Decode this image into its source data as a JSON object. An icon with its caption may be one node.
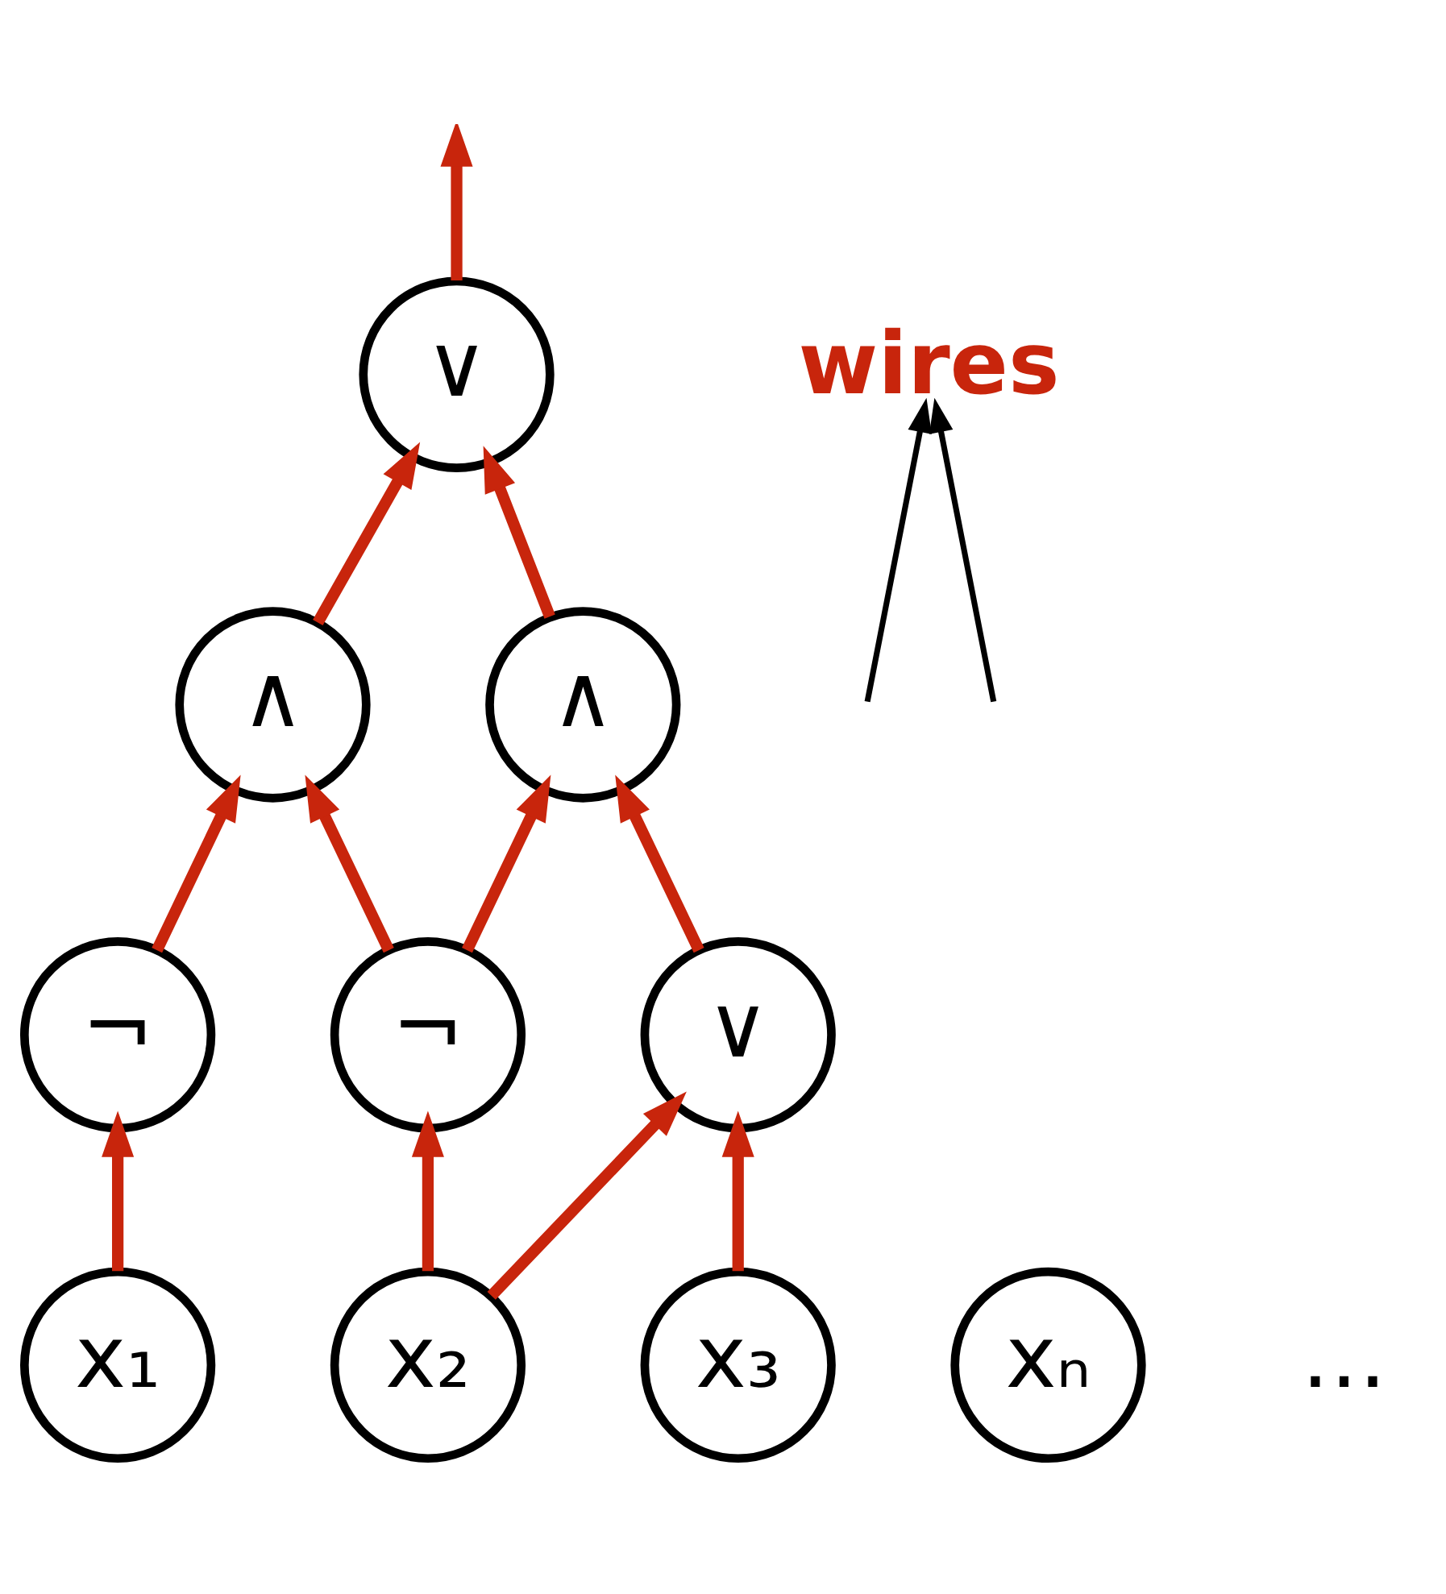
{
  "diagram": {
    "nodes": [
      {
        "text": [
          "∨"
        ]
      },
      {
        "text": [
          "∧"
        ]
      },
      {
        "text": [
          "∧"
        ]
      },
      {
        "text": [
          "¬"
        ]
      },
      {
        "text": [
          "¬"
        ]
      },
      {
        "text": [
          "∨"
        ]
      },
      {
        "text": [
          "x₁"
        ]
      },
      {
        "text": [
          "x₂"
        ]
      },
      {
        "text": [
          "x₃"
        ]
      },
      {
        "text": [
          "xₙ"
        ]
      },
      {
        "text": [
          "wires"
        ]
      }
    ],
    "edges": [
      {
        "from": 0,
        "to": null,
        "arrow": "to"
      },
      {
        "from": 1,
        "to": 0,
        "arrow": "to"
      },
      {
        "from": 2,
        "to": 0,
        "arrow": "to"
      },
      {
        "from": 3,
        "to": 1,
        "arrow": "to"
      },
      {
        "from": 4,
        "to": 1,
        "arrow": "to"
      },
      {
        "from": 4,
        "to": 2,
        "arrow": "to"
      },
      {
        "from": 5,
        "to": 2,
        "arrow": "to"
      },
      {
        "from": 6,
        "to": 3,
        "arrow": "to"
      },
      {
        "from": 7,
        "to": 4,
        "arrow": "to"
      },
      {
        "from": 7,
        "to": 5,
        "arrow": "to"
      },
      {
        "from": 8,
        "to": 5,
        "arrow": "to"
      },
      {
        "from": null,
        "to": 10,
        "arrow": "to",
        "color": "#000000"
      },
      {
        "from": null,
        "to": 10,
        "arrow": "to",
        "color": "#000000"
      }
    ],
    "labels": [
      "…"
    ]
  }
}
